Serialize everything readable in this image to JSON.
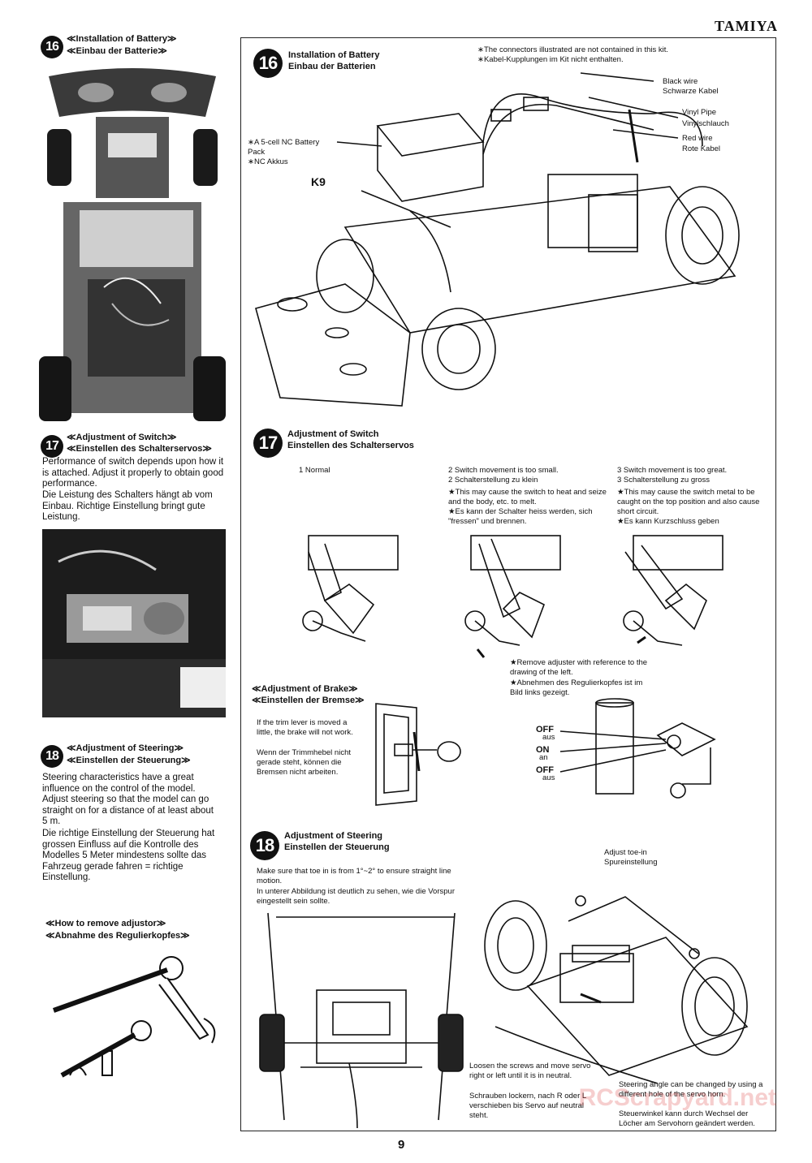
{
  "brand": "TAMIYA",
  "page_number": "9",
  "watermark": "RCScrapyard.net",
  "left": {
    "s16": {
      "num": "16",
      "en": "≪Installation of Battery≫",
      "de": "≪Einbau der Batterie≫"
    },
    "s17": {
      "num": "17",
      "en": "≪Adjustment of Switch≫",
      "de": "≪Einstellen des Schalterservos≫",
      "text_en": "Performance of switch depends upon how it is attached. Adjust it properly to obtain good performance.",
      "text_de": "Die Leistung des Schalters hängt ab vom Einbau. Richtige Einstellung bringt gute Leistung."
    },
    "s18": {
      "num": "18",
      "en": "≪Adjustment of Steering≫",
      "de": "≪Einstellen der Steuerung≫",
      "text_en": "Steering characteristics have a great influence on the control of the model. Adjust steering so that the model can go straight on for a distance of at least about 5 m.",
      "text_de": "Die richtige Einstellung der Steuerung hat grossen Einfluss auf die Kontrolle des Modelles 5 Meter mindestens sollte das Fahrzeug gerade fahren = richtige Einstellung."
    },
    "adj": {
      "en": "≪How to remove adjustor≫",
      "de": "≪Abnahme des Regulierkopfes≫"
    }
  },
  "right": {
    "s16": {
      "num": "16",
      "en": "Installation of Battery",
      "de": "Einbau der Batterien",
      "note1": "∗The connectors illustrated are not contained in this kit.",
      "note2": "∗Kabel-Kupplungen im Kit nicht enthalten.",
      "black_en": "Black wire",
      "black_de": "Schwarze Kabel",
      "vinyl_en": "Vinyl Pipe",
      "vinyl_de": "Vinylschlauch",
      "red_en": "Red wire",
      "red_de": "Rote Kabel",
      "batt_en": "∗A 5-cell NC Battery Pack",
      "batt_de": "∗NC Akkus",
      "k9": "K9"
    },
    "s17": {
      "num": "17",
      "en": "Adjustment of Switch",
      "de": "Einstellen des Schalterservos",
      "c1": "1 Normal",
      "c2_en": "2 Switch movement is too small.",
      "c2_de": "2 Schalterstellung zu klein",
      "c2_warn_en": "★This may cause the switch to heat and seize and the body, etc. to melt.",
      "c2_warn_de": "★Es kann der Schalter heiss werden, sich \"fressen\" und brennen.",
      "c3_en": "3 Switch movement is too great.",
      "c3_de": "3 Schalterstellung zu gross",
      "c3_warn_en": "★This may cause the switch metal to be caught on the top position and also cause short circuit.",
      "c3_warn_de": "★Es kann Kurzschluss geben",
      "remove_en": "★Remove adjuster with reference to the drawing of the left.",
      "remove_de": "★Abnehmen des Regulierkopfes ist im Bild links gezeigt."
    },
    "brake": {
      "en": "≪Adjustment of Brake≫",
      "de": "≪Einstellen der Bremse≫",
      "text_en": "If the trim lever is moved a little, the brake will not work.",
      "text_de": "Wenn der Trimmhebel nicht gerade steht, können die Bremsen nicht arbeiten.",
      "off1": "OFF",
      "aus1": "aus",
      "on": "ON",
      "an": "an",
      "off2": "OFF",
      "aus2": "aus"
    },
    "s18": {
      "num": "18",
      "en": "Adjustment of Steering",
      "de": "Einstellen der Steuerung",
      "text_en": "Make sure that toe in is from 1°~2° to ensure straight line motion.",
      "text_de": "In unterer Abbildung ist deutlich zu sehen, wie die Vorspur eingestellt sein sollte.",
      "toe_en": "Adjust toe-in",
      "toe_de": "Spureinstellung",
      "loosen_en": "Loosen the screws and move servo right or left until it is in neutral.",
      "loosen_de": "Schrauben lockern, nach R oder L verschieben bis Servo auf neutral steht.",
      "angle_en": "Steering angle can be changed by using a different hole of the servo horn.",
      "angle_de": "Steuerwinkel kann durch Wechsel der Löcher am Servohorn geändert werden."
    }
  }
}
